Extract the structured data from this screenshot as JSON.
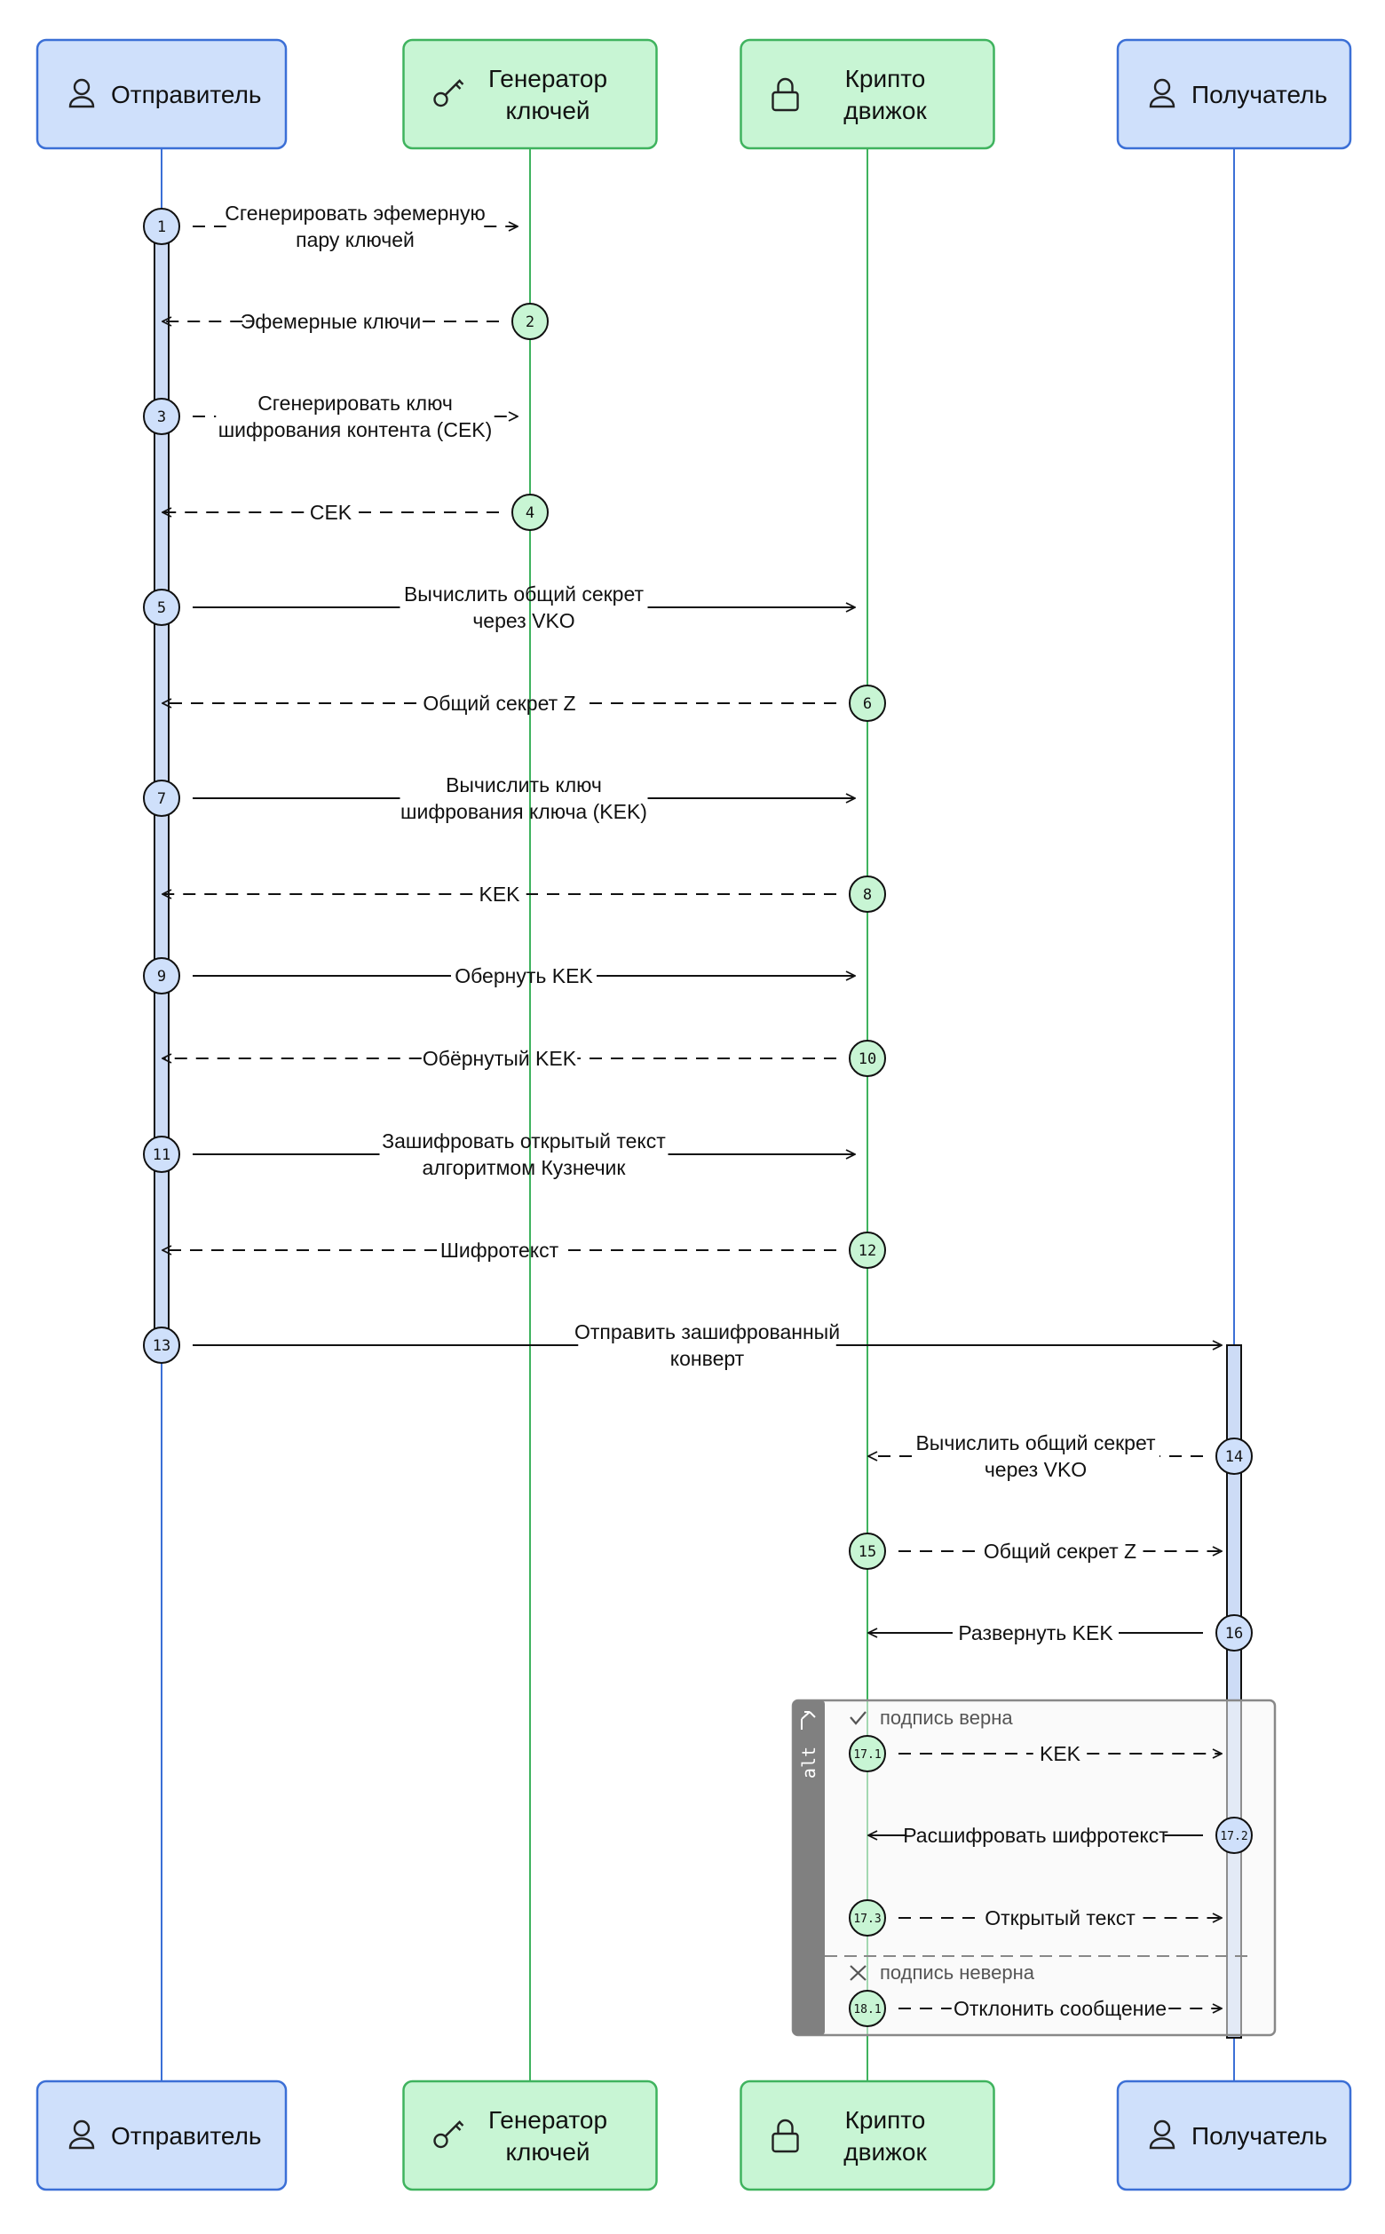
{
  "participants": [
    {
      "id": "sender",
      "name": "Отправитель",
      "icon": "user-icon",
      "color": "#cfe0fb",
      "stroke": "#3b6fd6"
    },
    {
      "id": "keygen",
      "name": "Генератор\nключей",
      "icon": "key-icon",
      "color": "#c8f5d4",
      "stroke": "#3fb35e"
    },
    {
      "id": "crypto",
      "name": "Крипто\nдвижок",
      "icon": "lock-icon",
      "color": "#c8f5d4",
      "stroke": "#3fb35e"
    },
    {
      "id": "receiver",
      "name": "Получатель",
      "icon": "user-icon",
      "color": "#cfe0fb",
      "stroke": "#3b6fd6"
    }
  ],
  "messages": [
    {
      "num": "1",
      "from": "sender",
      "to": "keygen",
      "label": "Сгенерировать эфемерную\nпару ключей",
      "style": "dashed"
    },
    {
      "num": "2",
      "from": "keygen",
      "to": "sender",
      "label": "Эфемерные ключи",
      "style": "dashed"
    },
    {
      "num": "3",
      "from": "sender",
      "to": "keygen",
      "label": "Сгенерировать ключ\nшифрования контента (CEK)",
      "style": "dashed"
    },
    {
      "num": "4",
      "from": "keygen",
      "to": "sender",
      "label": "CEK",
      "style": "dashed"
    },
    {
      "num": "5",
      "from": "sender",
      "to": "crypto",
      "label": "Вычислить общий секрет\nчерез VKO",
      "style": "solid"
    },
    {
      "num": "6",
      "from": "crypto",
      "to": "sender",
      "label": "Общий секрет Z",
      "style": "dashed"
    },
    {
      "num": "7",
      "from": "sender",
      "to": "crypto",
      "label": "Вычислить ключ\nшифрования ключа (KEK)",
      "style": "solid"
    },
    {
      "num": "8",
      "from": "crypto",
      "to": "sender",
      "label": "KEK",
      "style": "dashed"
    },
    {
      "num": "9",
      "from": "sender",
      "to": "crypto",
      "label": "Обернуть KEK",
      "style": "solid"
    },
    {
      "num": "10",
      "from": "crypto",
      "to": "sender",
      "label": "Обёрнутый KEK",
      "style": "dashed"
    },
    {
      "num": "11",
      "from": "sender",
      "to": "crypto",
      "label": "Зашифровать открытый текст\nалгоритмом Кузнечик",
      "style": "solid"
    },
    {
      "num": "12",
      "from": "crypto",
      "to": "sender",
      "label": "Шифротекст",
      "style": "dashed"
    },
    {
      "num": "13",
      "from": "sender",
      "to": "receiver",
      "label": "Отправить зашифрованный\nконверт",
      "style": "solid"
    },
    {
      "num": "14",
      "from": "receiver",
      "to": "crypto",
      "label": "Вычислить общий секрет\nчерез VKO",
      "style": "dashed"
    },
    {
      "num": "15",
      "from": "crypto",
      "to": "receiver",
      "label": "Общий секрет Z",
      "style": "dashed"
    },
    {
      "num": "16",
      "from": "receiver",
      "to": "crypto",
      "label": "Развернуть KEK",
      "style": "solid"
    },
    {
      "num": "17.1",
      "from": "crypto",
      "to": "receiver",
      "label": "KEK",
      "style": "dashed"
    },
    {
      "num": "17.2",
      "from": "receiver",
      "to": "crypto",
      "label": "Расшифровать шифротекст",
      "style": "solid"
    },
    {
      "num": "17.3",
      "from": "crypto",
      "to": "receiver",
      "label": "Открытый текст",
      "style": "dashed"
    },
    {
      "num": "18.1",
      "from": "crypto",
      "to": "receiver",
      "label": "Отклонить сообщение",
      "style": "dashed"
    }
  ],
  "alt": {
    "label": "alt",
    "branches": [
      {
        "guard": "подпись верна",
        "icon": "check-icon"
      },
      {
        "guard": "подпись неверна",
        "icon": "cross-icon"
      }
    ]
  },
  "colors": {
    "blue_fill": "#cfe0fb",
    "blue_stroke": "#3b6fd6",
    "green_fill": "#c8f5d4",
    "green_stroke": "#3fb35e",
    "activation_fill": "#cddcf6",
    "alt_bar": "#808080"
  }
}
